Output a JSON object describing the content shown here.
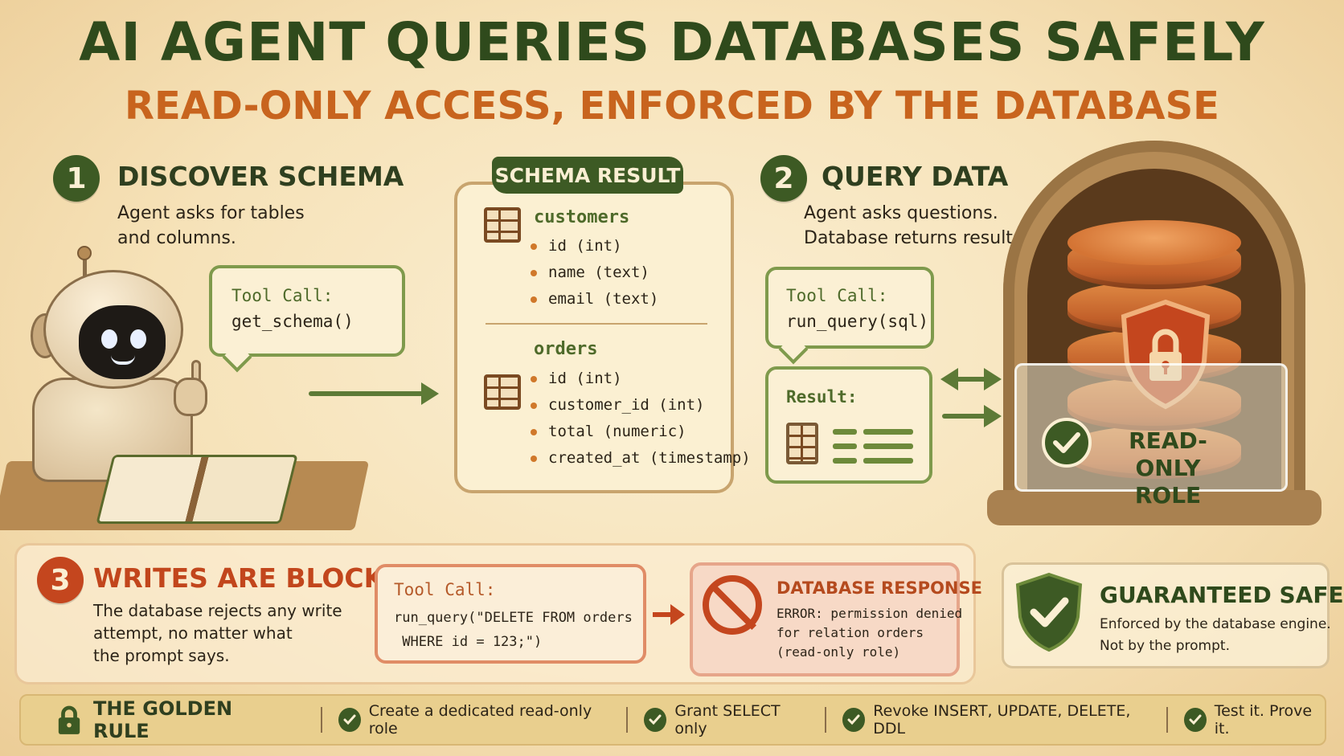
{
  "title": "AI AGENT QUERIES DATABASES SAFELY",
  "subtitle": "READ-ONLY ACCESS, ENFORCED BY THE DATABASE",
  "step1": {
    "number": "1",
    "title": "DISCOVER SCHEMA",
    "desc_line1": "Agent asks for tables",
    "desc_line2": "and columns.",
    "tool_label": "Tool Call:",
    "tool_code": "get_schema()"
  },
  "schema": {
    "tag": "SCHEMA RESULT",
    "tables": [
      {
        "name": "customers",
        "columns": [
          "id (int)",
          "name (text)",
          "email (text)"
        ]
      },
      {
        "name": "orders",
        "columns": [
          "id (int)",
          "customer_id (int)",
          "total (numeric)",
          "created_at (timestamp)"
        ]
      }
    ]
  },
  "step2": {
    "number": "2",
    "title": "QUERY DATA",
    "desc_line1": "Agent asks questions.",
    "desc_line2": "Database returns results.",
    "tool_label": "Tool Call:",
    "tool_code": "run_query(sql)",
    "result_label": "Result:"
  },
  "database": {
    "role_line1": "READ-ONLY",
    "role_line2": "ROLE"
  },
  "step3": {
    "number": "3",
    "title": "WRITES ARE BLOCKED",
    "desc_line1": "The database rejects any write",
    "desc_line2": "attempt, no matter what",
    "desc_line3": "the prompt says.",
    "tool_label": "Tool Call:",
    "tool_code_line1": "run_query(\"DELETE FROM orders",
    "tool_code_line2": " WHERE id = 123;\")",
    "response_title": "DATABASE RESPONSE",
    "response_line1": "ERROR: permission denied",
    "response_line2": "for relation orders",
    "response_line3": "(read-only role)"
  },
  "safe": {
    "title": "GUARANTEED SAFE",
    "line1": "Enforced by the database engine.",
    "line2": "Not by the prompt."
  },
  "golden_rule": {
    "title": "THE GOLDEN RULE",
    "items": [
      "Create a dedicated read-only role",
      "Grant SELECT only",
      "Revoke INSERT, UPDATE, DELETE, DDL",
      "Test it. Prove it."
    ]
  },
  "colors": {
    "primary_green": "#3d5a24",
    "accent_orange": "#c8641e",
    "danger_red": "#c4461e",
    "parchment": "#fbefd3"
  }
}
